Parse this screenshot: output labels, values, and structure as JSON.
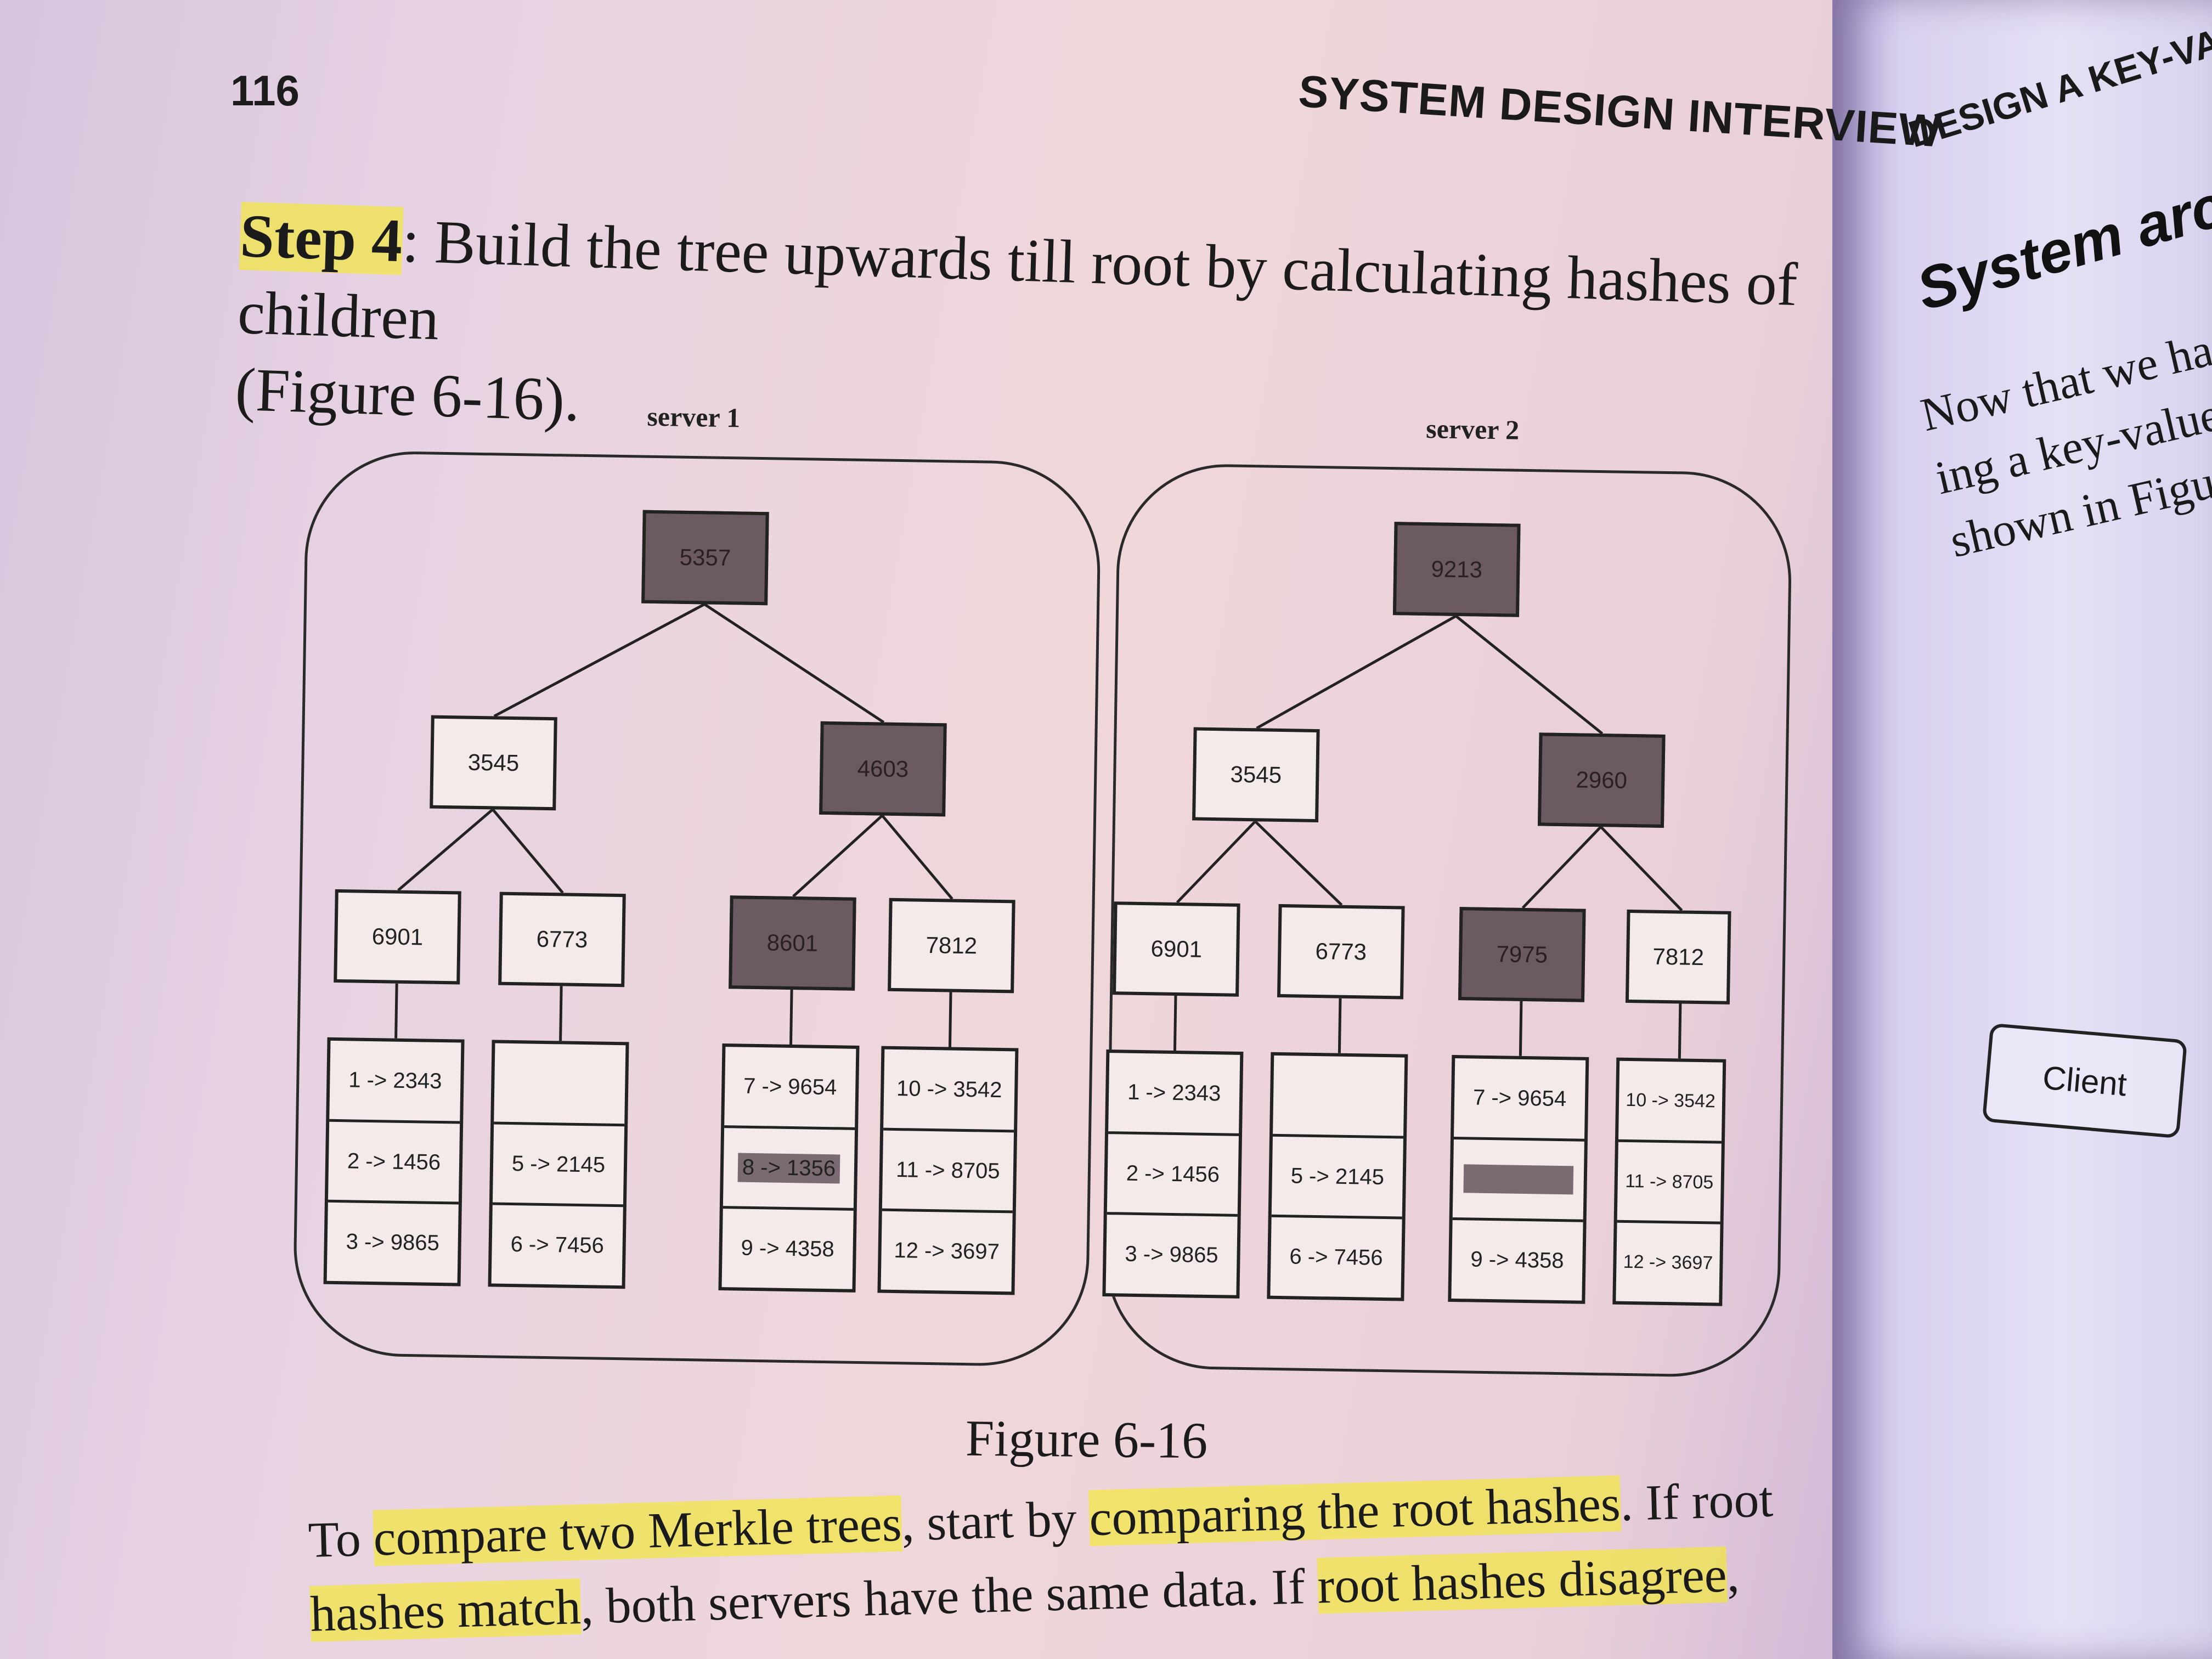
{
  "left_page": {
    "page_number": "116",
    "running_head": "SYSTEM DESIGN INTERVIEW",
    "step_label": "Step 4",
    "step_text_1": ": Build the tree upwards till root by calculating hashes of children",
    "step_text_2": "(Figure 6-16).",
    "caption": "Figure 6-16",
    "body_line_1_pre": "To ",
    "body_line_1_hl1": "compare two Merkle trees",
    "body_line_1_mid": ", start by ",
    "body_line_1_hl2": "comparing the root hashes",
    "body_line_1_post": ". If root",
    "body_line_2_hl": "hashes match",
    "body_line_2_mid": ", both servers have the same data. If ",
    "body_line_2_hl2": "root hashes disagree",
    "body_line_2_post": ","
  },
  "figure": {
    "server1": {
      "label": "server 1",
      "root": "5357",
      "mid": [
        "3545",
        "4603"
      ],
      "lower": [
        "6901",
        "6773",
        "8601",
        "7812"
      ],
      "buckets": [
        [
          "1 -> 2343",
          "2 -> 1456",
          "3 -> 9865"
        ],
        [
          "",
          "5 -> 2145",
          "6 -> 7456"
        ],
        [
          "7 -> 9654",
          "8 -> 1356",
          "9 -> 4358"
        ],
        [
          "10 -> 3542",
          "11 -> 8705",
          "12 -> 3697"
        ]
      ]
    },
    "server2": {
      "label": "server 2",
      "root": "9213",
      "mid": [
        "3545",
        "2960"
      ],
      "lower": [
        "6901",
        "6773",
        "7975",
        "7812"
      ],
      "buckets": [
        [
          "1 -> 2343",
          "2 -> 1456",
          "3 -> 9865"
        ],
        [
          "",
          "5 -> 2145",
          "6 -> 7456"
        ],
        [
          "7 -> 9654",
          "",
          "9 -> 4358"
        ],
        [
          "10 -> 3542",
          "11 -> 8705",
          "12 -> 3697"
        ]
      ]
    }
  },
  "right_page": {
    "running_head": "DESIGN A KEY-VA",
    "title": "System arcl",
    "line_1": "Now that we ha",
    "line_2": "ing a key-value",
    "line_3": "shown in Figur",
    "client_label": "Client"
  }
}
